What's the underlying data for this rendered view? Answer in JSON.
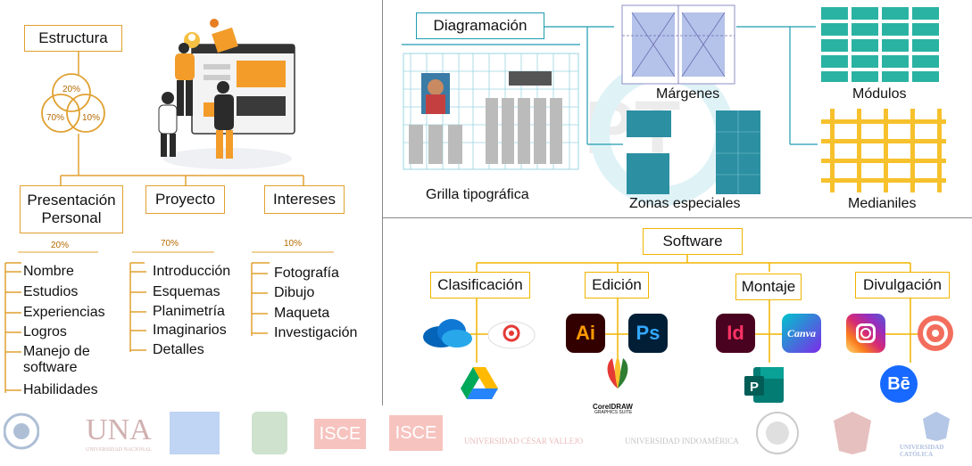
{
  "left": {
    "root": "Estructura",
    "venn": [
      "20%",
      "70%",
      "10%"
    ],
    "branches": [
      {
        "title": "Presentación\nPersonal",
        "pct": "20%",
        "items": [
          "Nombre",
          "Estudios",
          "Experiencias",
          "Logros",
          "Manejo de\nsoftware",
          "Habilidades"
        ]
      },
      {
        "title": "Proyecto",
        "pct": "70%",
        "items": [
          "Introducción",
          "Esquemas",
          "Planimetría",
          "Imaginarios",
          "Detalles"
        ]
      },
      {
        "title": "Intereses",
        "pct": "10%",
        "items": [
          "Fotografía",
          "Dibujo",
          "Maqueta",
          "Investigación"
        ]
      }
    ]
  },
  "grid": {
    "root": "Diagramación",
    "labels": [
      "Grilla tipográfica",
      "Márgenes",
      "Módulos",
      "Zonas especiales",
      "Medianiles"
    ]
  },
  "software": {
    "root": "Software",
    "categories": [
      "Clasificación",
      "Edición",
      "Montaje",
      "Divulgación"
    ],
    "app_icons": {
      "ai": "Ai",
      "ps": "Ps",
      "id": "Id",
      "canva": "Canva",
      "be": "Bē",
      "p": "P",
      "coreldraw": "CorelDRAW",
      "coreldraw_sub": "GRAPHICS SUITE"
    }
  },
  "logos": [
    "UNA",
    "UNIVERSIDAD NACIONAL",
    "ISCE",
    "ISCE",
    "UNIVERSIDAD CÉSAR VALLEJO",
    "UNIVERSIDAD INDOAMÉRICA",
    "UNIVERSIDAD CATÓLICA"
  ],
  "colors": {
    "orange": "#e0a030",
    "teal": "#1f9bb0",
    "module": "#2ab3a2",
    "medianil": "#f6c12c",
    "zone": "#2c8fa2"
  }
}
